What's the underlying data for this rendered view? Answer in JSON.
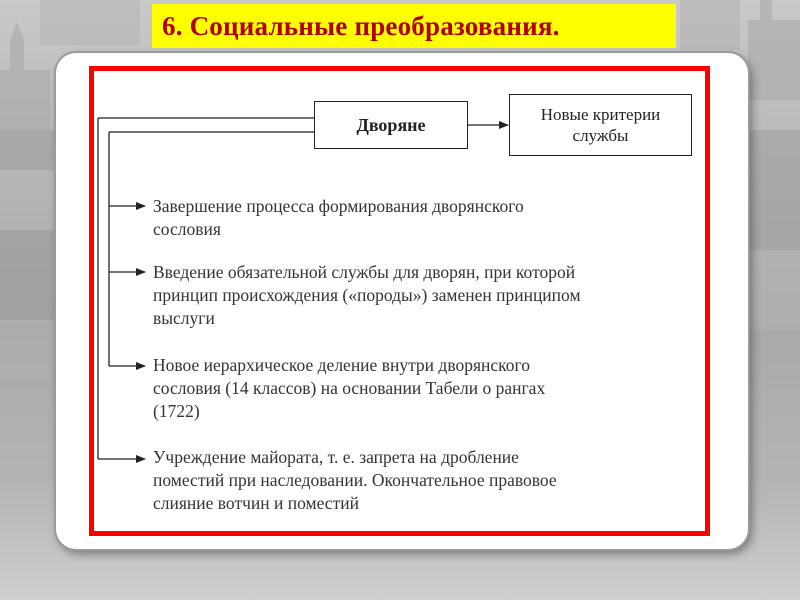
{
  "slide": {
    "title": "6. Социальные преобразования."
  },
  "diagram": {
    "central_box": "Дворяне",
    "target_box": "Новые критерии\nслужбы",
    "items": [
      "Завершение процесса формирования дворянского\nсословия",
      "Введение обязательной службы для дворян, при которой\nпринцип происхождения («породы») заменен принципом\nвыслуги",
      "Новое иерархическое деление внутри дворянского\nсословия (14 классов) на основании Табели о рангах\n(1722)",
      "Учреждение майората, т. е. запрета на дробление\nпоместий при наследовании. Окончательное правовое\nслияние вотчин и поместий"
    ]
  },
  "colors": {
    "title_background": "#ffff00",
    "title_text": "#b00000",
    "frame_border": "#ff0000"
  }
}
